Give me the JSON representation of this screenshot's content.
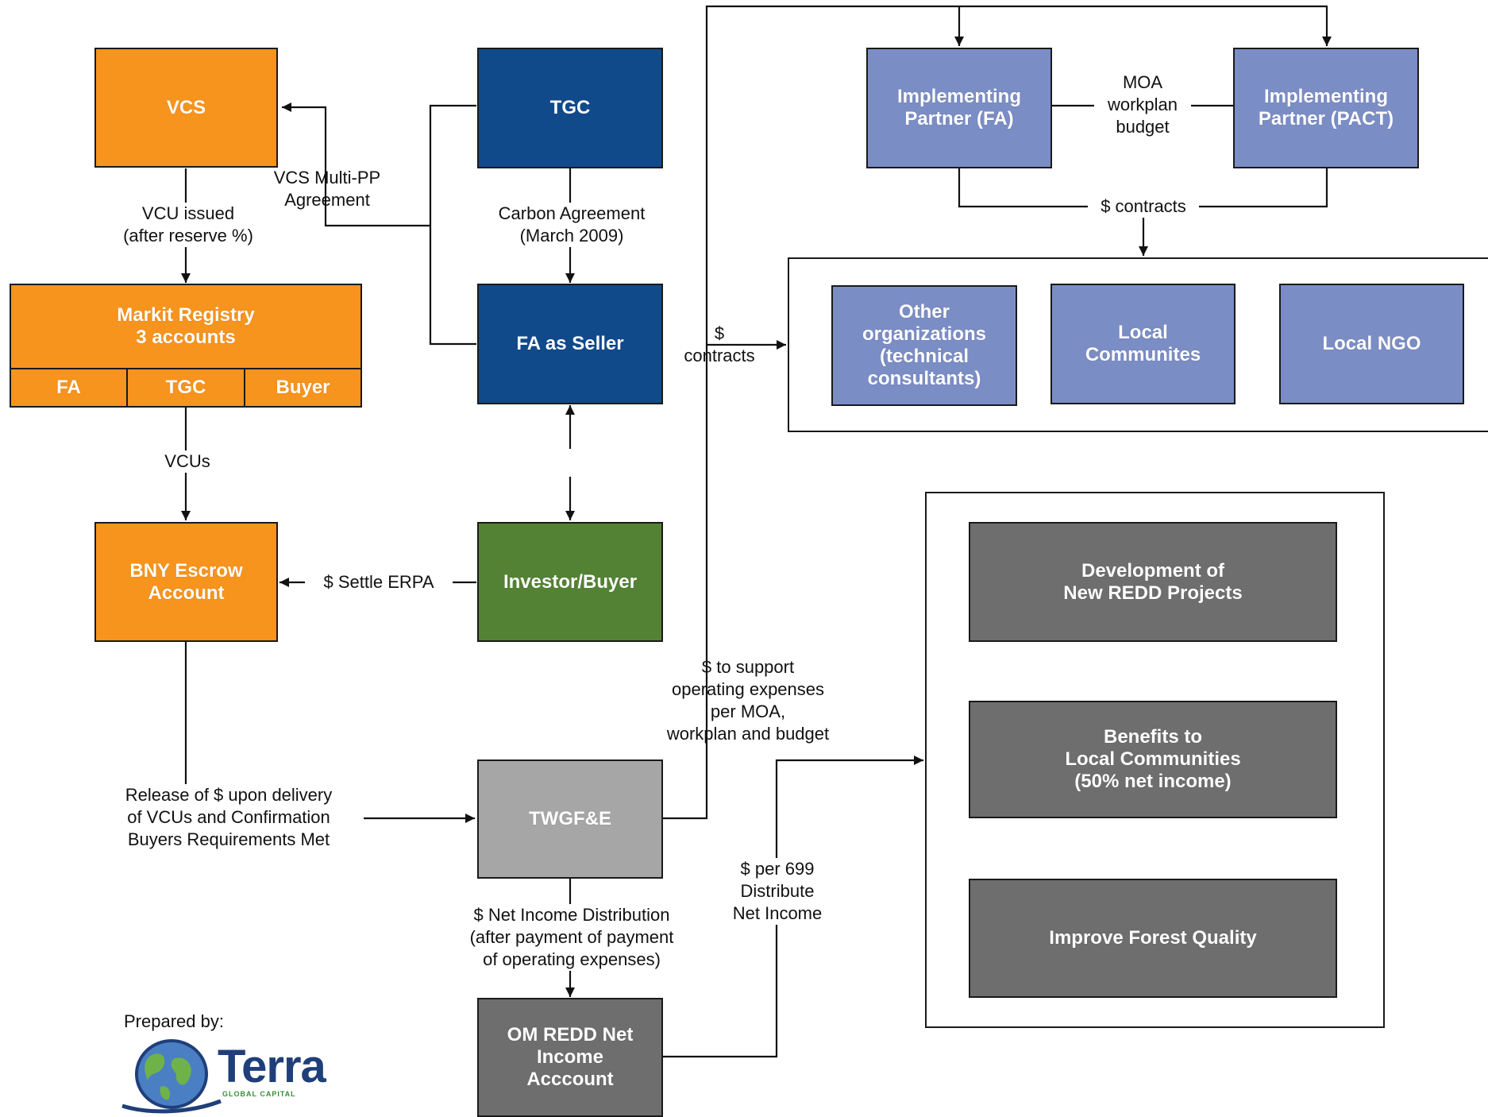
{
  "nodes": {
    "vcs": "VCS",
    "tgc": "TGC",
    "markit": "Markit Registry\n3 accounts",
    "markit_fa": "FA",
    "markit_tgc": "TGC",
    "markit_buyer": "Buyer",
    "fa_seller": "FA as Seller",
    "bny": "BNY Escrow\nAccount",
    "investor": "Investor/Buyer",
    "twgf": "TWGF&E",
    "om_redd": "OM REDD Net\nIncome\nAcccount",
    "ip_fa": "Implementing\nPartner (FA)",
    "ip_pact": "Implementing\nPartner (PACT)",
    "other_orgs": "Other\norganizations\n(technical\nconsultants)",
    "local_comm": "Local\nCommunites",
    "local_ngo": "Local NGO",
    "dev_redd": "Development of\nNew REDD Projects",
    "benefits": "Benefits to\nLocal Communities\n(50% net income)",
    "forest": "Improve Forest Quality"
  },
  "labels": {
    "vcu_issued": "VCU issued\n(after reserve %)",
    "vcs_multi": "VCS Multi-PP\nAgreement",
    "carbon_agreement": "Carbon Agreement\n(March 2009)",
    "vcus": "VCUs",
    "settle_erpa": "$ Settle ERPA",
    "contracts_left": "$\ncontracts",
    "moa": "MOA\nworkplan\nbudget",
    "contracts_top": "$ contracts",
    "support_opex": "$ to support\noperating expenses\nper MOA,\nworkplan and budget",
    "release": "Release of $ upon delivery\nof VCUs and Confirmation\nBuyers Requirements Met",
    "net_income_dist": "$ Net Income Distribution\n(after payment of payment\nof operating expenses)",
    "per_699": "$ per 699\nDistribute\nNet Income"
  },
  "footer": {
    "prepared_by": "Prepared by:",
    "logo_word": "Terra",
    "logo_sub": "GLOBAL CAPITAL"
  },
  "colors": {
    "orange": "#f7941d",
    "navy": "#114a8b",
    "green": "#548235",
    "light_gray": "#a6a6a6",
    "dark_gray": "#6e6e6e",
    "periwinkle": "#7b8dc5"
  }
}
